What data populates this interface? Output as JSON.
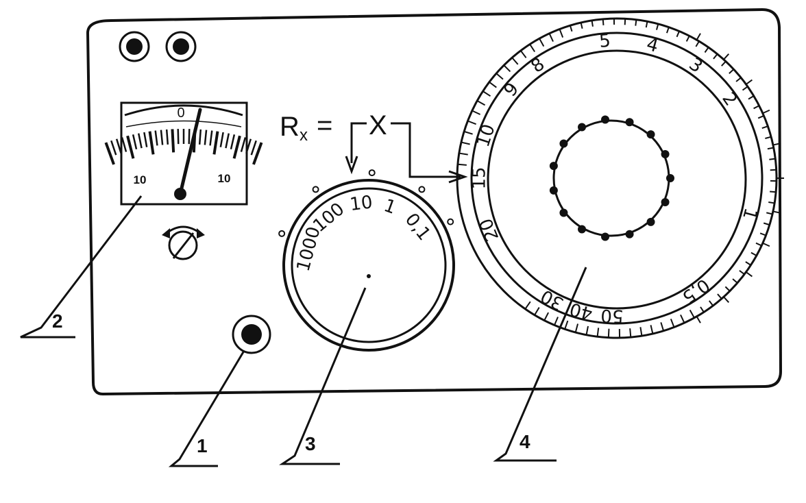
{
  "formula": {
    "symbol": "R",
    "subscript": "x",
    "equals": "=",
    "variable": "X"
  },
  "meter": {
    "zero": "0",
    "left": "10",
    "right": "10"
  },
  "range_dial": {
    "labels": [
      "1000",
      "100",
      "10",
      "1",
      "0,1"
    ]
  },
  "main_dial": {
    "top_labels": [
      "8",
      "5",
      "4",
      "3",
      "2"
    ],
    "left_labels": [
      "9",
      "10",
      "15",
      "20"
    ],
    "right_labels": [
      "1",
      "0,5"
    ],
    "bottom_labels": [
      "30",
      "40",
      "50"
    ]
  },
  "callouts": [
    "1",
    "2",
    "3",
    "4"
  ],
  "colors": {
    "ink": "#111111",
    "background": "#ffffff"
  }
}
